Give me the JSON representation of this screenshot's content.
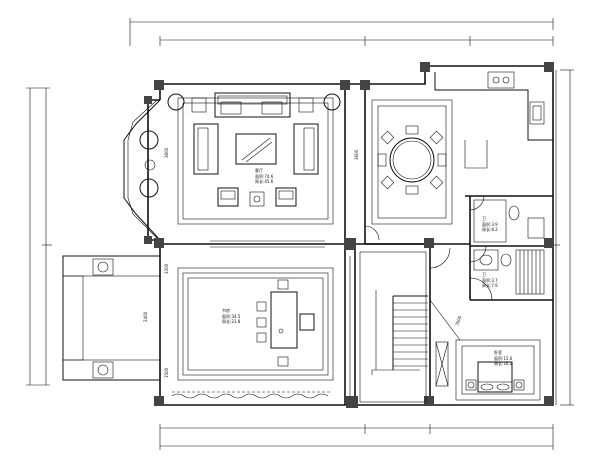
{
  "plan": {
    "rooms": [
      {
        "id": "living-room",
        "name": "客厅",
        "area_line1": "面积:74.6",
        "area_line2": "周长:45.6"
      },
      {
        "id": "study",
        "name": "书房",
        "area_line1": "面积:34.5",
        "area_line2": "周长:23.8"
      },
      {
        "id": "bathroom",
        "name": "卫",
        "area_line1": "面积:3.9",
        "area_line2": "周长:8.2"
      },
      {
        "id": "toilet",
        "name": "卫",
        "area_line1": "面积:3.7",
        "area_line2": "周长:7.9"
      },
      {
        "id": "bedroom",
        "name": "卧室",
        "area_line1": "面积:15.6",
        "area_line2": "周长:16.2"
      }
    ],
    "dimensions": [
      {
        "id": "dim-living-left",
        "text": "3600"
      },
      {
        "id": "dim-partition",
        "text": "3600"
      },
      {
        "id": "dim-study-left",
        "text": "3300"
      },
      {
        "id": "dim-terrace",
        "text": "2400"
      },
      {
        "id": "dim-lower-left",
        "text": "1500"
      },
      {
        "id": "dim-bedroom",
        "text": "3600"
      }
    ]
  }
}
